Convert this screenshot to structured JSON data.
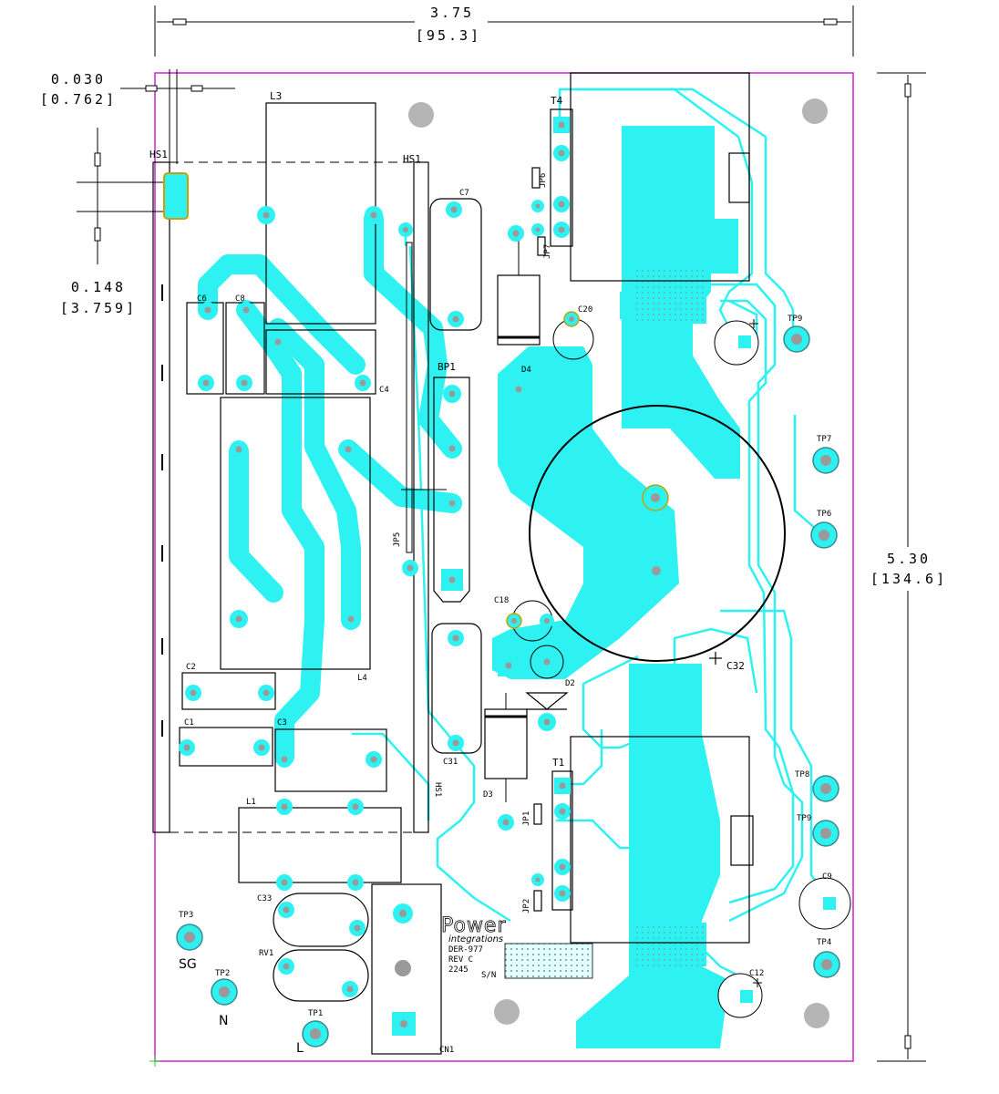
{
  "dimensions": {
    "width_in": "3.75",
    "width_mm": "[95.3]",
    "height_in": "5.30",
    "height_mm": "[134.6]",
    "clearance_in": "0.030",
    "clearance_mm": "[0.762]",
    "slot_in": "0.148",
    "slot_mm": "[3.759]"
  },
  "refdes": {
    "l3": "L3",
    "hs1_left": "HS1",
    "hs1_right": "HS1",
    "hs1_bottom": "HS1",
    "c6": "C6",
    "c8": "C8",
    "c4": "C4",
    "c7": "C7",
    "t4": "T4",
    "jp_top1": "JP6",
    "jp_top2": "JP7",
    "d4": "D4",
    "c20": "C20",
    "bp1": "BP1",
    "jp5": "JP5",
    "l4": "L4",
    "c2": "C2",
    "c1": "C1",
    "c3": "C3",
    "c18": "C18",
    "d2": "D2",
    "c32": "C32",
    "c31": "C31",
    "d3": "D3",
    "t1": "T1",
    "l1": "L1",
    "c33": "C33",
    "rv1": "RV1",
    "jp_bot1": "JP1",
    "jp_bot2": "JP2",
    "tp3": "TP3",
    "tp2": "TP2",
    "tp1": "TP1",
    "tp9_top": "TP9",
    "tp7": "TP7",
    "tp6": "TP6",
    "tp8": "TP8",
    "tp9_bottom": "TP9",
    "c9": "C9",
    "tp4": "TP4",
    "c12": "C12",
    "cn1": "CN1"
  },
  "labels": {
    "sg": "SG",
    "n": "N",
    "l": "L"
  },
  "silkscreen": {
    "logo": "Power",
    "brand": "integrations",
    "board": "DER-977",
    "rev": "REV C",
    "date": "2245",
    "sn": "S/N"
  },
  "colors": {
    "copper": "#2ef2f2",
    "board_edge": "#d020d0",
    "outline": "#000000",
    "hole": "#9a9a9a"
  }
}
